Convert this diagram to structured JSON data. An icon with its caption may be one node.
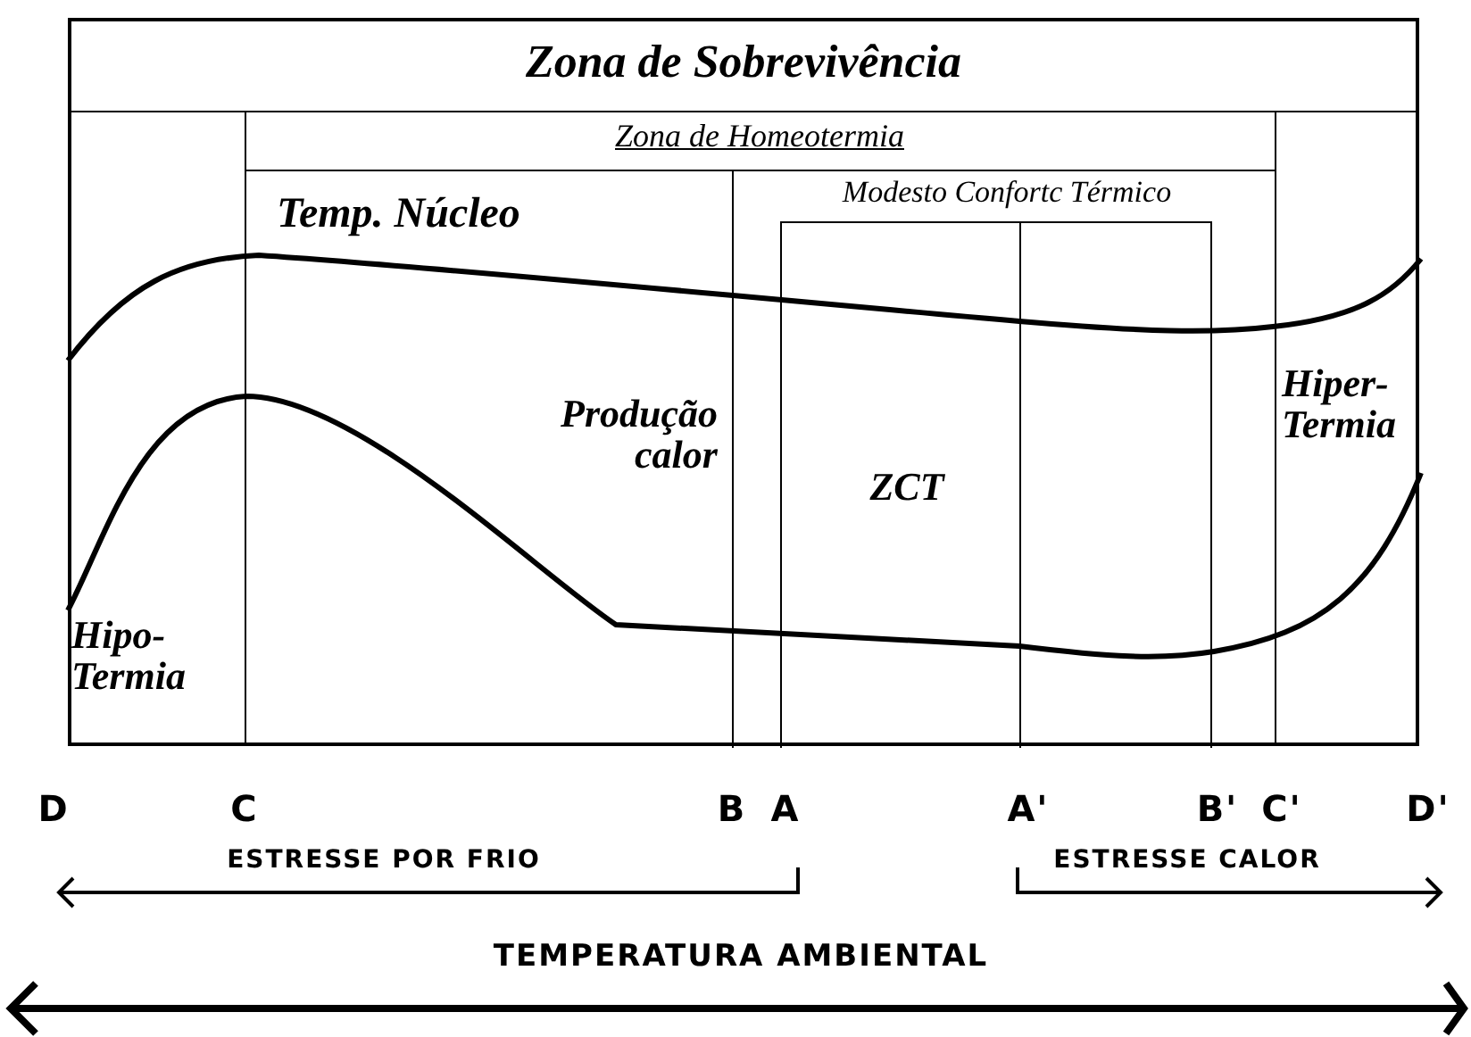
{
  "diagram": {
    "nodes": [
      {
        "text": [
          "Zona de Sobrevivência"
        ]
      },
      {
        "text": [
          "Zona de Homeotermia"
        ],
        "in": 0
      },
      {
        "text": [
          "Modesto Confortc Térmico"
        ],
        "in": 1
      },
      {
        "text": [
          "ZCT"
        ],
        "in": 2
      }
    ],
    "labels": [
      "Temp. Núcleo",
      "Produção calor",
      "Hiper- Termia",
      "Hipo- Termia",
      "D",
      "C",
      "B",
      "A",
      "A'",
      "B'",
      "C'",
      "D'",
      "ESTRESSE POR FRIO",
      "ESTRESSE CALOR",
      "TEMPERATURA AMBIENTAL"
    ]
  }
}
